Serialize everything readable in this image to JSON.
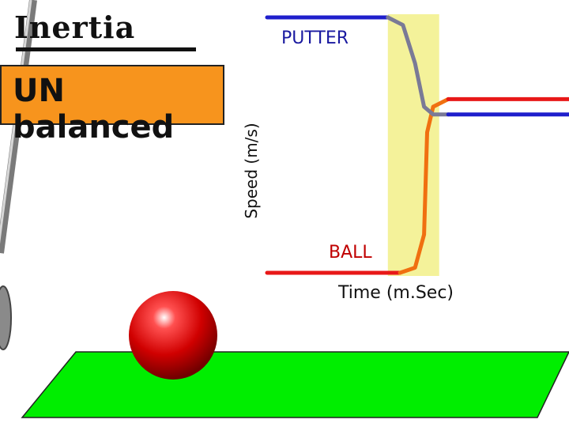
{
  "slide": {
    "title": "Inertia",
    "label": "UN balanced"
  },
  "colors": {
    "putter_series": "#1f1fcc",
    "putter_transition": "#7a7a96",
    "ball_series": "#e81818",
    "ball_transition": "#f07010",
    "impact_band": "#f4f29a",
    "label_box": "#f7941d",
    "ground": "#00ee00",
    "ball": "#e00000"
  },
  "chart_data": {
    "type": "line",
    "title": "",
    "xlabel": "Time (m.Sec)",
    "ylabel": "Speed (m/s)",
    "xlim": [
      0,
      1
    ],
    "ylim": [
      0,
      1
    ],
    "grid": false,
    "legend": "none",
    "highlight_region": {
      "label": "",
      "x_start": 0.4,
      "x_end": 0.57
    },
    "series": [
      {
        "name": "PUTTER",
        "x": [
          0.0,
          0.4,
          0.45,
          0.49,
          0.52,
          0.55,
          0.6,
          1.0
        ],
        "y": [
          1.0,
          1.0,
          0.97,
          0.82,
          0.65,
          0.62,
          0.62,
          0.62
        ]
      },
      {
        "name": "BALL",
        "x": [
          0.0,
          0.44,
          0.49,
          0.52,
          0.53,
          0.55,
          0.6,
          1.0
        ],
        "y": [
          0.0,
          0.0,
          0.02,
          0.15,
          0.55,
          0.65,
          0.68,
          0.68
        ]
      }
    ]
  }
}
